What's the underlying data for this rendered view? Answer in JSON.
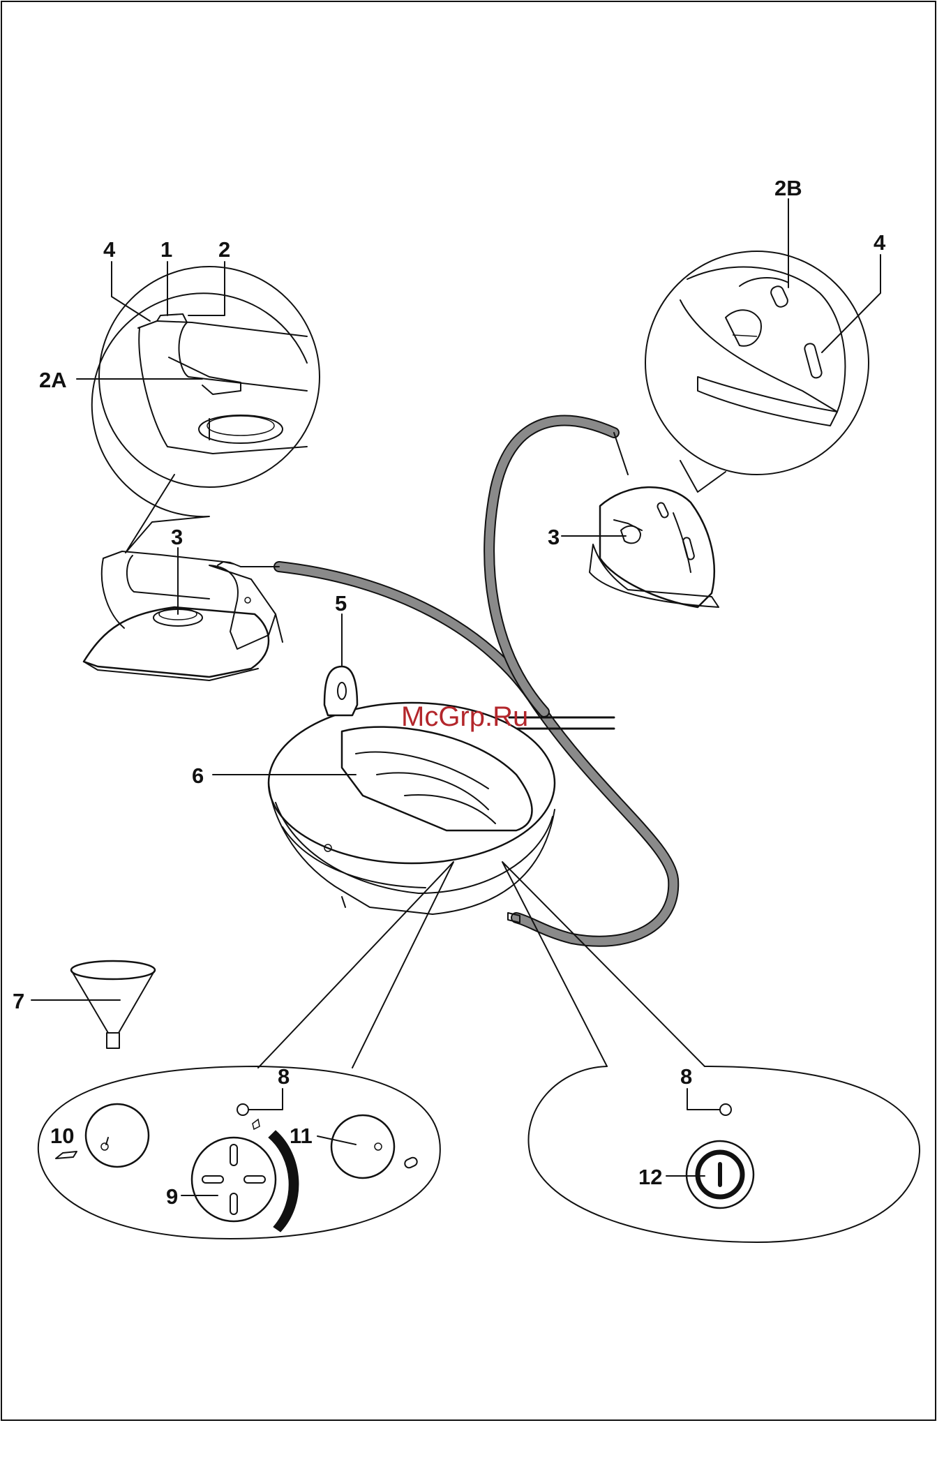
{
  "watermark": "McGrp.Ru",
  "labels": {
    "l4_left": "4",
    "l1": "1",
    "l2": "2",
    "l2a": "2A",
    "l3_left": "3",
    "l5": "5",
    "l6": "6",
    "l7": "7",
    "l8_left": "8",
    "l10": "10",
    "l9": "9",
    "l11": "11",
    "l2b": "2B",
    "l4_right": "4",
    "l3_right": "3",
    "l8_right": "8",
    "l12": "12"
  },
  "colors": {
    "line": "#111111",
    "cord_fill": "#8a8a8a",
    "watermark": "#b3262b"
  }
}
